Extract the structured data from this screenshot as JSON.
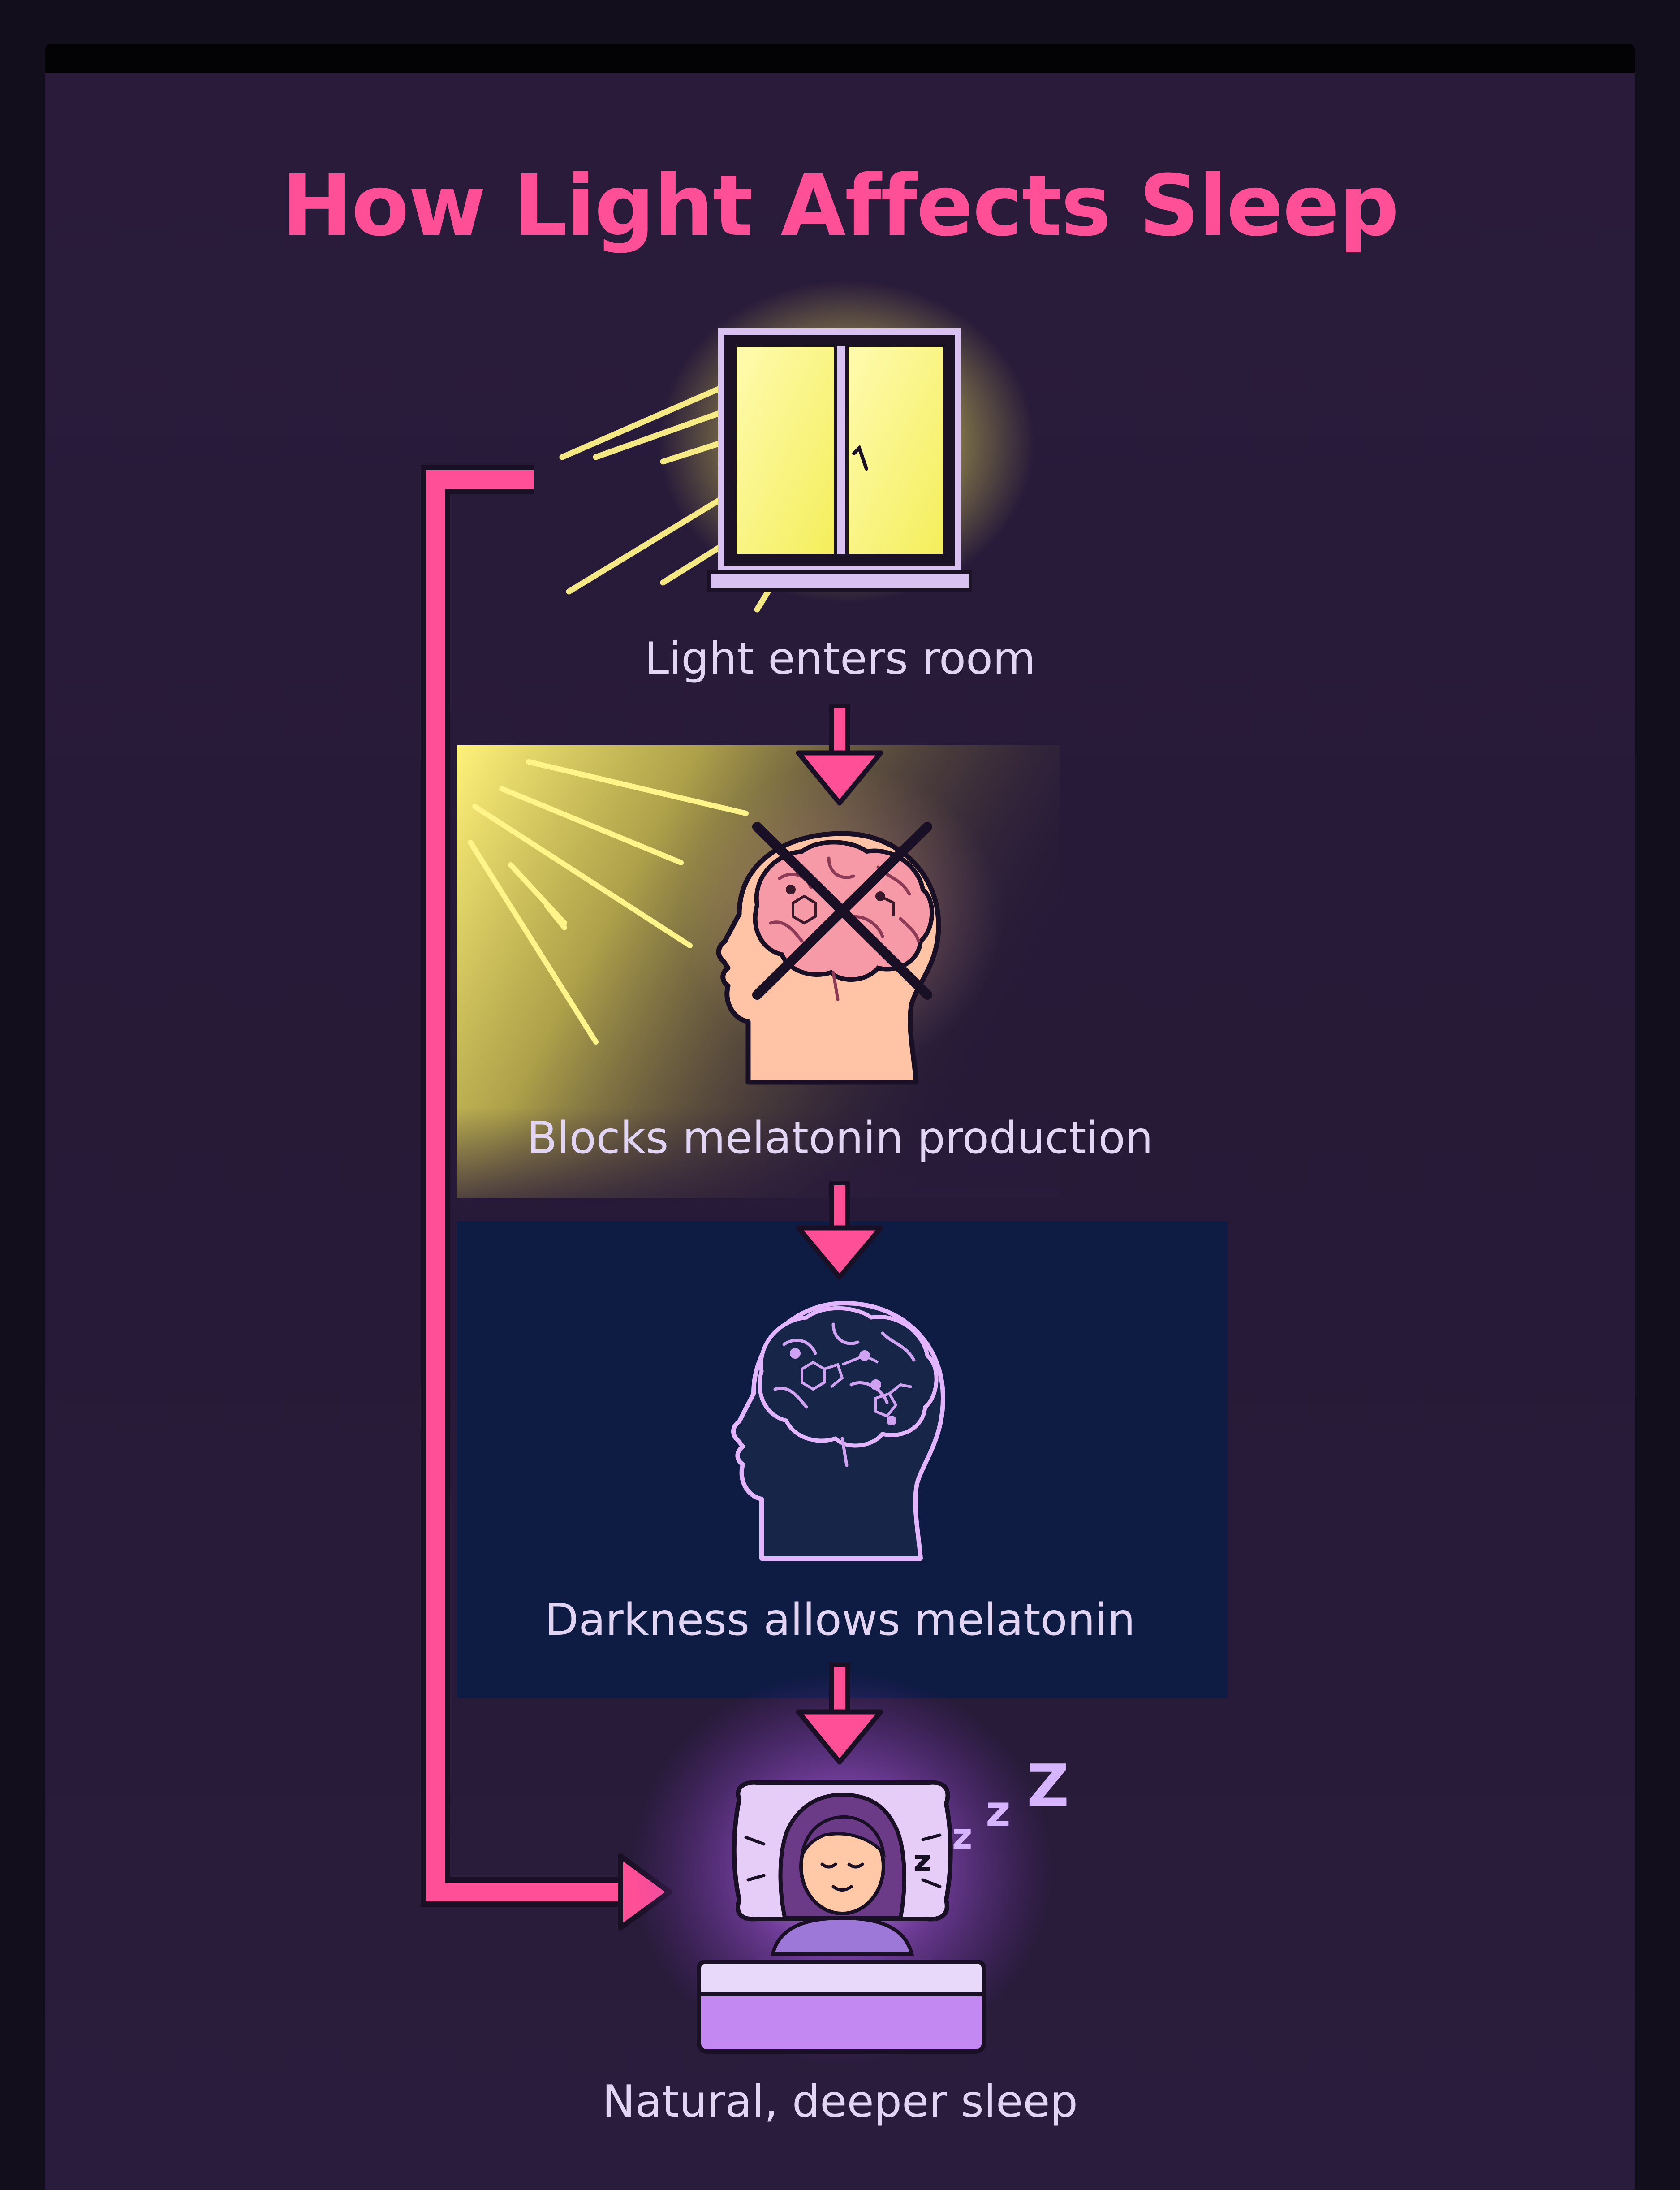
{
  "title": "How Light Affects Sleep",
  "steps": [
    {
      "caption": "Light enters room",
      "icon": "window-icon"
    },
    {
      "caption": "Blocks melatonin production",
      "icon": "brain-blocked-icon"
    },
    {
      "caption": "Darkness allows melatonin",
      "icon": "brain-melatonin-icon"
    },
    {
      "caption": "Natural, deeper sleep",
      "icon": "sleeping-person-icon"
    }
  ],
  "snore_letters": [
    "z",
    "z",
    "z",
    "Z"
  ],
  "colors": {
    "background": "#271a38",
    "title": "#ff4f96",
    "arrow": "#ff4f96",
    "caption": "#e2d5f4",
    "light": "#fff27a",
    "dark_panel": "#0e1b42",
    "sleep_glow": "#c07bff"
  }
}
